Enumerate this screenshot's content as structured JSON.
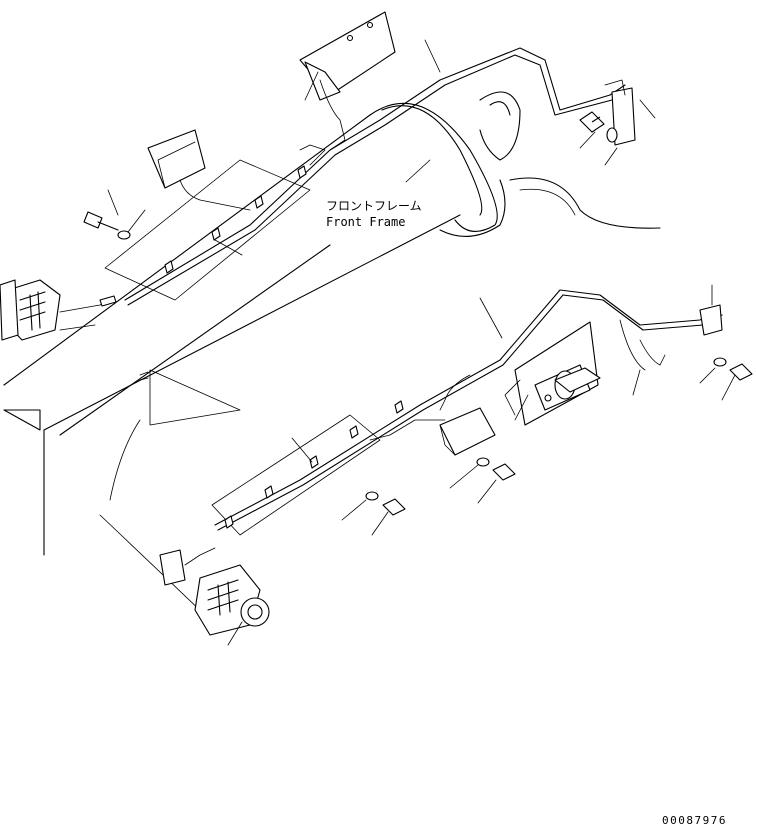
{
  "frame_label": {
    "japanese": "フロントフレーム",
    "english": "Front Frame"
  },
  "drawing_number": "00087976"
}
